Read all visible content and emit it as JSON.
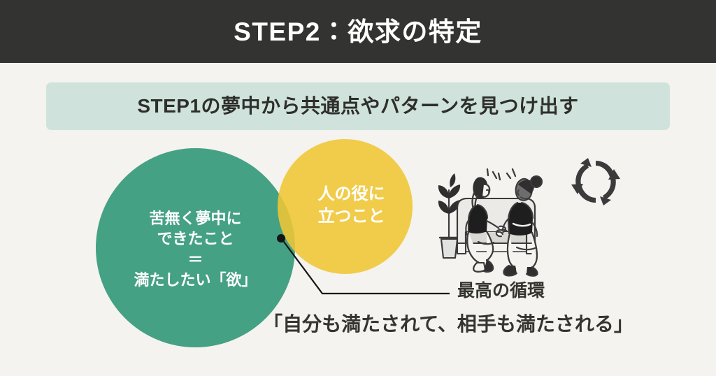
{
  "page": {
    "background_color": "#f4f3ef"
  },
  "header": {
    "title": "STEP2：欲求の特定",
    "background_color": "#333331",
    "text_color": "#ffffff"
  },
  "subtitle": {
    "text": "STEP1の夢中から共通点やパターンを見つけ出す",
    "background_color": "#cfe3dc",
    "text_color": "#2e2e2c"
  },
  "venn": {
    "left_circle": {
      "label": "苦無く夢中に\nできたこと\n＝\n満たしたい「欲」",
      "color": "#45a183",
      "text_color": "#ffffff"
    },
    "right_circle": {
      "label": "人の役に\n立つこと",
      "color": "#f0c634",
      "text_color": "#ffffff"
    },
    "overlap_color": "#d4c23a",
    "leader_dot_color": "#151515",
    "leader_line_color": "#151515"
  },
  "illustration": {
    "name": "two-women-conversation-on-sofa",
    "accent_color": "#3b3b3b"
  },
  "cycle_icon": {
    "name": "cycle-arrows-icon",
    "color": "#3b3b3b"
  },
  "callout": {
    "title": "最高の循環",
    "quote": "「自分も満たされて、相手も満たされる」",
    "text_color": "#35352f"
  }
}
